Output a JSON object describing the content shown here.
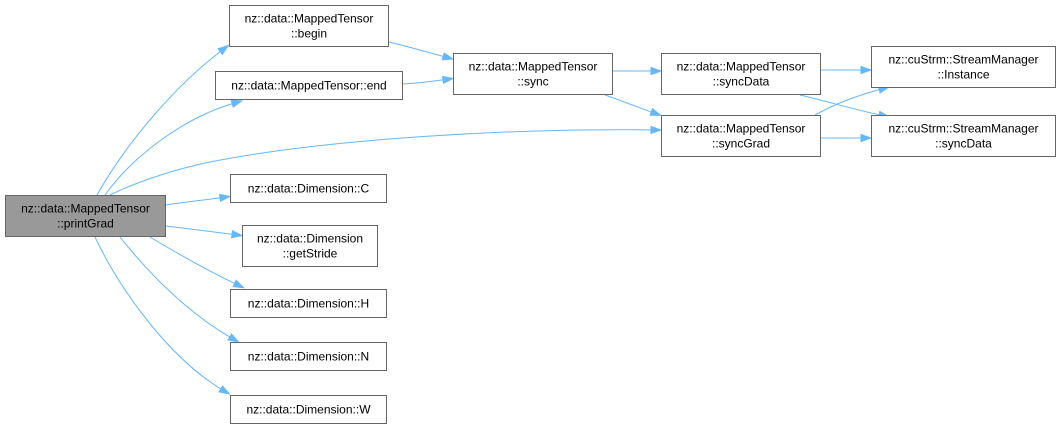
{
  "nodes": [
    {
      "id": "printGrad",
      "lines": [
        "nz::data::MappedTensor",
        "::printGrad"
      ],
      "root": true
    },
    {
      "id": "begin",
      "lines": [
        "nz::data::MappedTensor",
        "::begin"
      ]
    },
    {
      "id": "end",
      "lines": [
        "nz::data::MappedTensor::end"
      ]
    },
    {
      "id": "sync",
      "lines": [
        "nz::data::MappedTensor",
        "::sync"
      ]
    },
    {
      "id": "syncData",
      "lines": [
        "nz::data::MappedTensor",
        "::syncData"
      ]
    },
    {
      "id": "syncGrad",
      "lines": [
        "nz::data::MappedTensor",
        "::syncGrad"
      ]
    },
    {
      "id": "instance",
      "lines": [
        "nz::cuStrm::StreamManager",
        "::Instance"
      ]
    },
    {
      "id": "smSyncData",
      "lines": [
        "nz::cuStrm::StreamManager",
        "::syncData"
      ]
    },
    {
      "id": "dimC",
      "lines": [
        "nz::data::Dimension::C"
      ]
    },
    {
      "id": "getStride",
      "lines": [
        "nz::data::Dimension",
        "::getStride"
      ]
    },
    {
      "id": "dimH",
      "lines": [
        "nz::data::Dimension::H"
      ]
    },
    {
      "id": "dimN",
      "lines": [
        "nz::data::Dimension::N"
      ]
    },
    {
      "id": "dimW",
      "lines": [
        "nz::data::Dimension::W"
      ]
    }
  ],
  "edges": [
    {
      "from": "printGrad",
      "to": "begin"
    },
    {
      "from": "printGrad",
      "to": "end"
    },
    {
      "from": "printGrad",
      "to": "syncGrad"
    },
    {
      "from": "printGrad",
      "to": "dimC"
    },
    {
      "from": "printGrad",
      "to": "getStride"
    },
    {
      "from": "printGrad",
      "to": "dimH"
    },
    {
      "from": "printGrad",
      "to": "dimN"
    },
    {
      "from": "printGrad",
      "to": "dimW"
    },
    {
      "from": "begin",
      "to": "sync"
    },
    {
      "from": "end",
      "to": "sync"
    },
    {
      "from": "sync",
      "to": "syncData"
    },
    {
      "from": "sync",
      "to": "syncGrad"
    },
    {
      "from": "syncData",
      "to": "instance"
    },
    {
      "from": "syncData",
      "to": "smSyncData"
    },
    {
      "from": "syncGrad",
      "to": "instance"
    },
    {
      "from": "syncGrad",
      "to": "smSyncData"
    }
  ],
  "colors": {
    "edge": "#63b8ff",
    "node_border": "#666666",
    "root_fill": "#999999",
    "node_fill": "#ffffff"
  }
}
